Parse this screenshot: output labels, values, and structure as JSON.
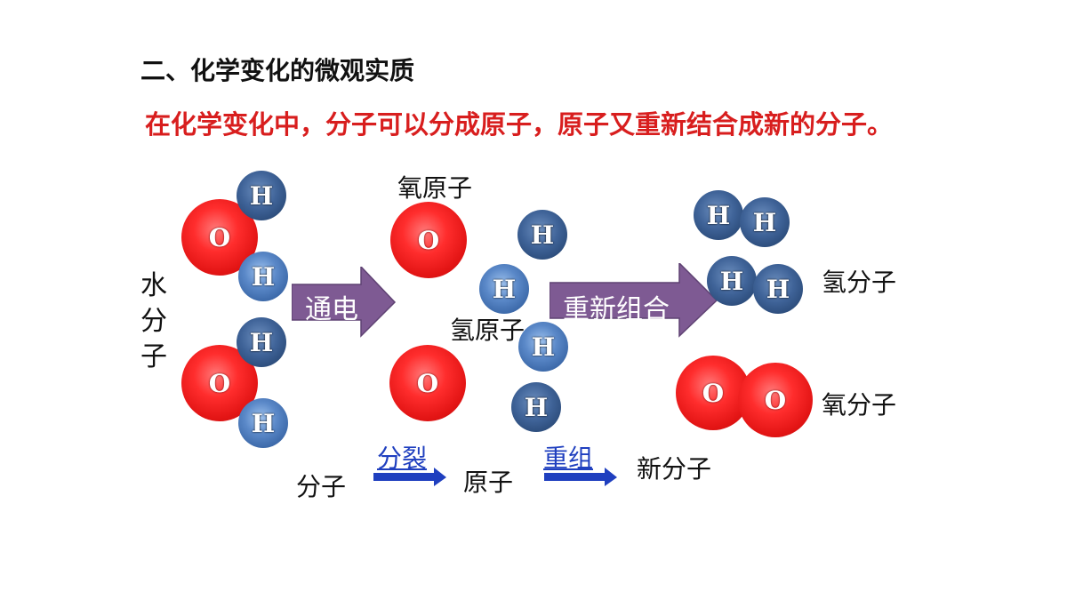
{
  "title": "二、化学变化的微观实质",
  "subtitle": "在化学变化中，分子可以分成原子，原子又重新结合成新的分子。",
  "labels": {
    "water_molecule": "水分子",
    "oxygen_atom": "氧原子",
    "hydrogen_atom": "氢原子",
    "hydrogen_molecule": "氢分子",
    "oxygen_molecule": "氧分子"
  },
  "arrows": {
    "electrolysis": "通电",
    "recombine": "重新组合"
  },
  "flow": {
    "molecule": "分子",
    "split": "分裂",
    "atom": "原子",
    "regroup": "重组",
    "new_molecule": "新分子"
  },
  "symbols": {
    "oxygen": "O",
    "hydrogen": "H"
  },
  "colors": {
    "title": "#111111",
    "subtitle": "#d81e1e",
    "oxygen_atom": "#e21414",
    "hydrogen_atom": "#3b68a8",
    "arrow_fill": "#7e5a93",
    "flow_arrow": "#1f3fbf"
  }
}
